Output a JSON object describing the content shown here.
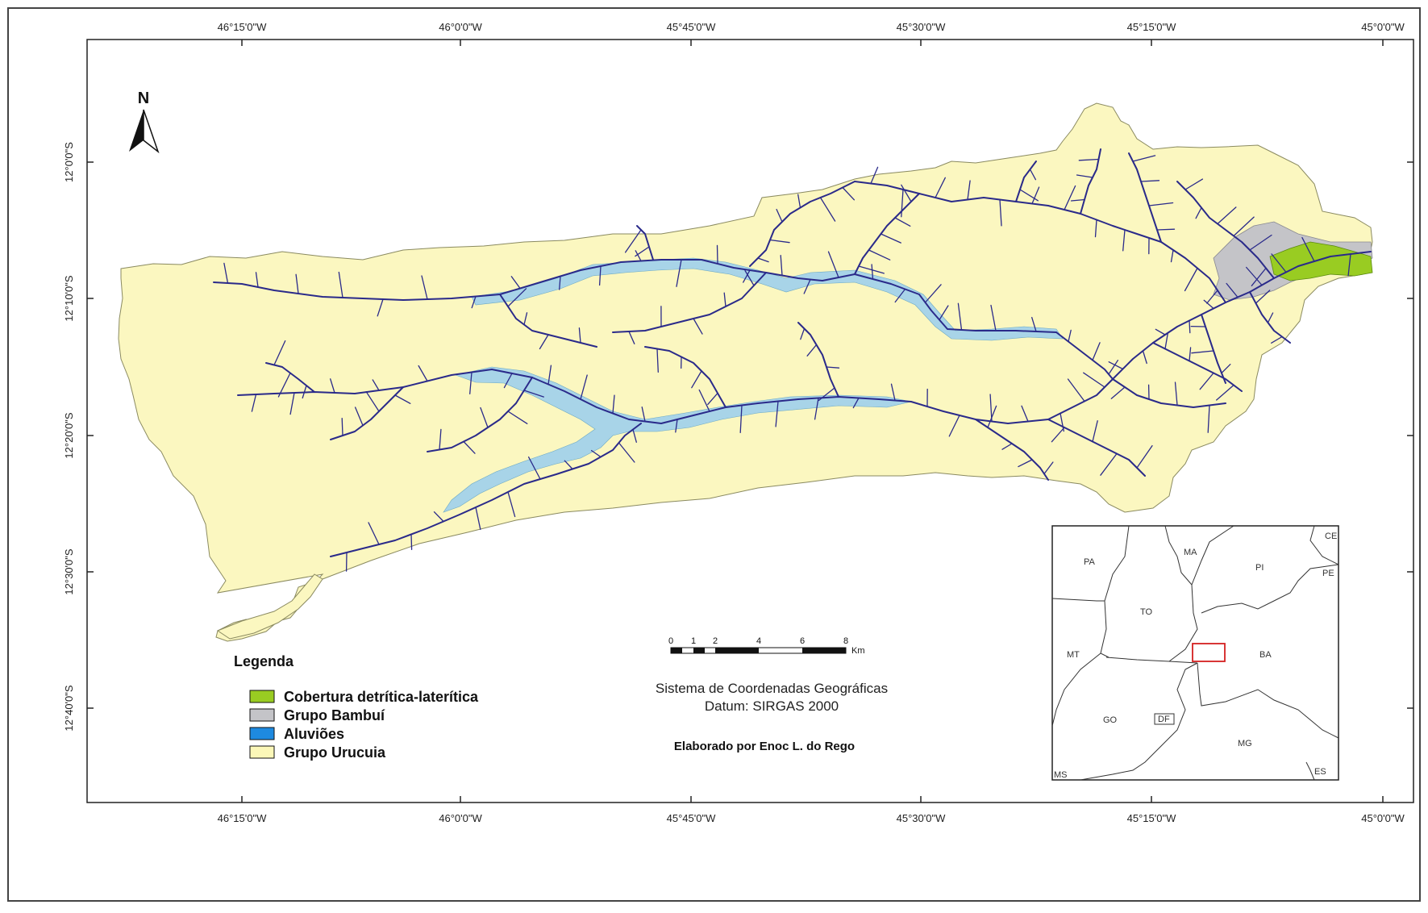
{
  "map": {
    "x_ticks": [
      "46°15'0\"W",
      "46°0'0\"W",
      "45°45'0\"W",
      "45°30'0\"W",
      "45°15'0\"W",
      "45°0'0\"W"
    ],
    "y_ticks": [
      "12°0'0\"S",
      "12°10'0\"S",
      "12°20'0\"S",
      "12°30'0\"S",
      "12°40'0\"S"
    ],
    "north_label": "N"
  },
  "legend": {
    "title": "Legenda",
    "items": [
      {
        "label": "Cobertura detrítica-laterítica",
        "color": "#99cc22"
      },
      {
        "label": "Grupo Bambuí",
        "color": "#c4c4c8"
      },
      {
        "label": "Aluviões",
        "color": "#1e8ae0"
      },
      {
        "label": "Grupo Urucuia",
        "color": "#fbf7b8"
      }
    ]
  },
  "scale_bar": {
    "ticks": [
      "0",
      "1",
      "2",
      "4",
      "6",
      "8"
    ],
    "unit": "Km"
  },
  "info": {
    "line1": "Sistema de Coordenadas Geográficas",
    "line2": "Datum: SIRGAS 2000",
    "credit": "Elaborado por Enoc L. do Rego"
  },
  "inset": {
    "states": [
      "CE",
      "PA",
      "MA",
      "PI",
      "PE",
      "TO",
      "MT",
      "BA",
      "GO",
      "DF",
      "MG",
      "MS",
      "ES"
    ]
  },
  "colors": {
    "basin": "#fbf7c0",
    "river": "#2a2a8a",
    "alluvium": "#a8d4e8",
    "bambui": "#c4c4c8",
    "laterite": "#99cc22",
    "inset_box": "#d42020"
  }
}
